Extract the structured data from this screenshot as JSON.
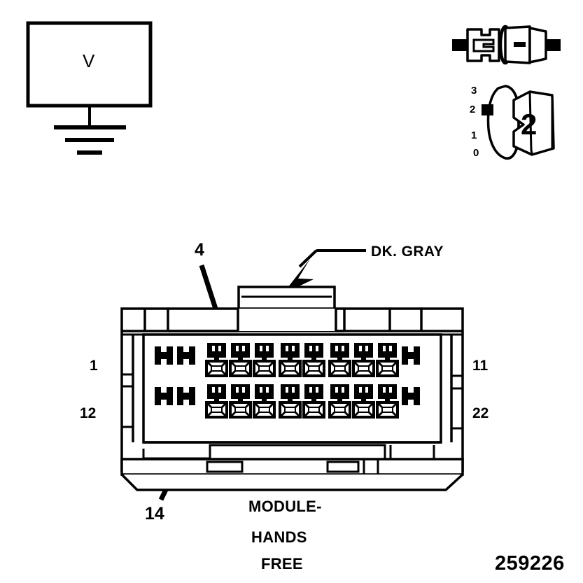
{
  "figure": {
    "number": "259226",
    "type": "automotive-connector-diagram",
    "line_color": "#000000",
    "background_color": "#ffffff"
  },
  "meter": {
    "symbol_label": "V",
    "name": "voltmeter",
    "ground_symbol": "chassis-ground"
  },
  "probe": {
    "name": "backprobe-test-lead",
    "description": "connector probe tool"
  },
  "pin_view": {
    "name": "connector-pin-end-view",
    "center_label": "2",
    "scale_labels": [
      "3",
      "2",
      "1",
      "0"
    ]
  },
  "callouts": {
    "color_label": "DK. GRAY",
    "pin_top": "4",
    "pin_bottom": "14"
  },
  "connector": {
    "left_top_number": "1",
    "left_bottom_number": "12",
    "right_top_number": "11",
    "right_bottom_number": "22",
    "top_row_cavities": 8,
    "bottom_row_cavities": 8,
    "cavity_groups": [
      3,
      2,
      3
    ]
  },
  "caption": {
    "line1": "MODULE-",
    "line2": "HANDS",
    "line3": "FREE"
  }
}
